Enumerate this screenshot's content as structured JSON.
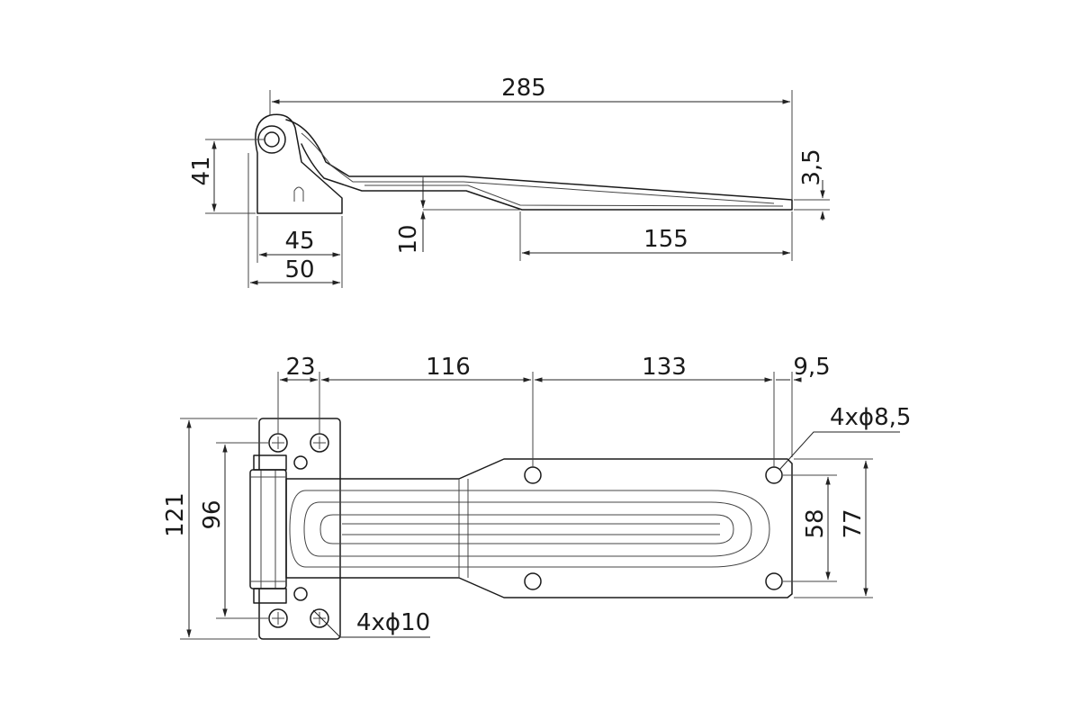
{
  "side_view": {
    "overall_length": "285",
    "height": "41",
    "thickness": "3,5",
    "step": "10",
    "blade_length": "155",
    "base_inner": "45",
    "base_outer": "50"
  },
  "plan_view": {
    "dim_23": "23",
    "dim_116": "116",
    "dim_133": "133",
    "dim_9_5": "9,5",
    "holes_plate": "4xϕ8,5",
    "holes_bracket": "4xϕ10",
    "height_121": "121",
    "height_96": "96",
    "plate_58": "58",
    "plate_77": "77"
  }
}
